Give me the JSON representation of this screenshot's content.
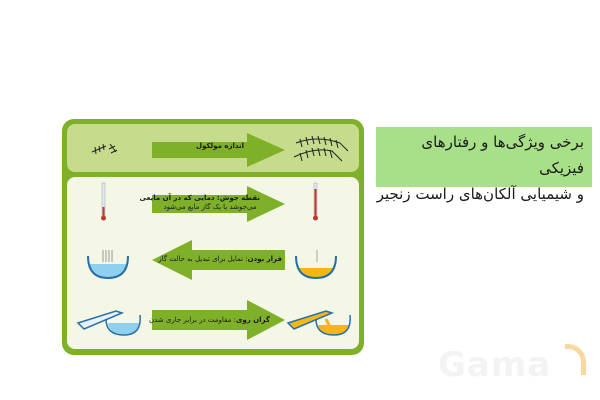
{
  "slide": {
    "title_line1": "برخی ویژگی‌ها و رفتارهای فیزیکی",
    "title_line2": "و شیمیایی آلکان‌های راست زنجیر",
    "title_bg": "#a8e089"
  },
  "diagram": {
    "frame_color": "#7fb02a",
    "rows": [
      {
        "label_bold": "اندازه مولکول",
        "label_rest": "",
        "direction": "right",
        "left_icon": "small-molecule-icon",
        "right_icon": "large-molecule-icon"
      },
      {
        "label_bold": "نقطه جوش",
        "label_rest": ": دمایی که در آن مایعی می‌جوشد یا یک گاز مایع می‌شود",
        "line1": "نقطه جوش: دمایی که در آن مایعی",
        "line2": "می‌جوشد یا یک گاز مایع می‌شود",
        "direction": "right",
        "left_icon": "thermometer-low-icon",
        "right_icon": "thermometer-high-icon"
      },
      {
        "label_bold": "فرار بودن",
        "label_rest": ": تمایل برای تبدیل به حالت گاز",
        "direction": "left",
        "left_icon": "evaporating-dish-icon",
        "right_icon": "liquid-dish-icon"
      },
      {
        "label_bold": "گران روی",
        "label_rest": ": مقاومت در برابر جاری شدن",
        "direction": "right",
        "left_icon": "pouring-thin-liquid-icon",
        "right_icon": "pouring-viscous-liquid-icon"
      }
    ]
  },
  "watermark": {
    "text": "Gama"
  }
}
